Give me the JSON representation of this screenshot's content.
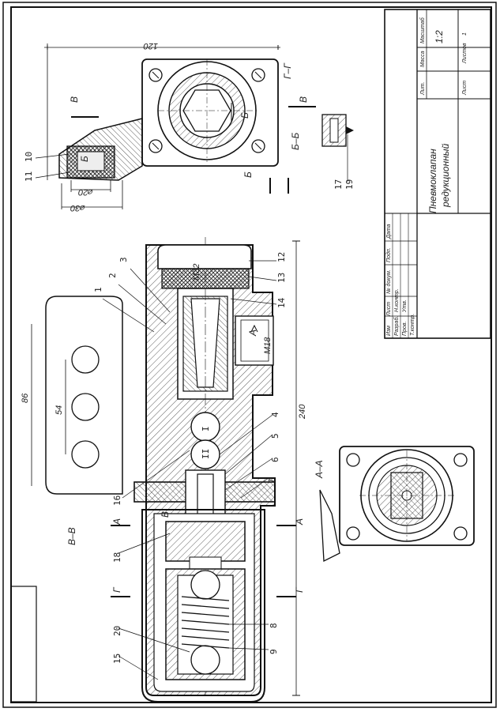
{
  "title_block": {
    "part_title_1": "Пневмоклапан",
    "part_title_2": "редукционный",
    "scale": "1:2",
    "headers": {
      "lit": "Лит.",
      "mass": "Масса",
      "scale": "Масштаб"
    },
    "sheet_label": "Лист",
    "sheets_label": "Листов",
    "sheets_value": "1",
    "rows": {
      "izm": "Изм",
      "list": "Лист",
      "ndoc": "№ докум.",
      "podp": "Подп.",
      "data": "Дата",
      "razrab": "Разраб.",
      "prov": "Пров.",
      "tkontr": "Т.контр.",
      "nkontr": "Н.контр.",
      "utv": "Утв."
    }
  },
  "sections": {
    "gg": "Г–Г",
    "bb": "Б–Б",
    "vv": "В–В",
    "aa": "А–А",
    "a": "А",
    "g": "Г",
    "b": "Б",
    "v": "В",
    "letter_b": "Б",
    "letter_v": "В",
    "arrow_a": "А"
  },
  "dimensions": {
    "d120": "120",
    "d30": "⌀30",
    "d20": "⌀20",
    "d86": "86",
    "d54": "54",
    "d240": "240",
    "m32": "М32",
    "m18": "М18"
  },
  "labels": {
    "p1": "1",
    "p2": "2",
    "p3": "3",
    "p4": "4",
    "p5": "5",
    "p6": "6",
    "p7": "7",
    "p8": "8",
    "p9": "9",
    "p10": "10",
    "p11": "11",
    "p12": "12",
    "p13": "13",
    "p14": "14",
    "p15": "15",
    "p16": "16",
    "p17": "17",
    "p18": "18",
    "p19": "19",
    "p20": "20",
    "ball1": "I",
    "ball2": "II"
  }
}
